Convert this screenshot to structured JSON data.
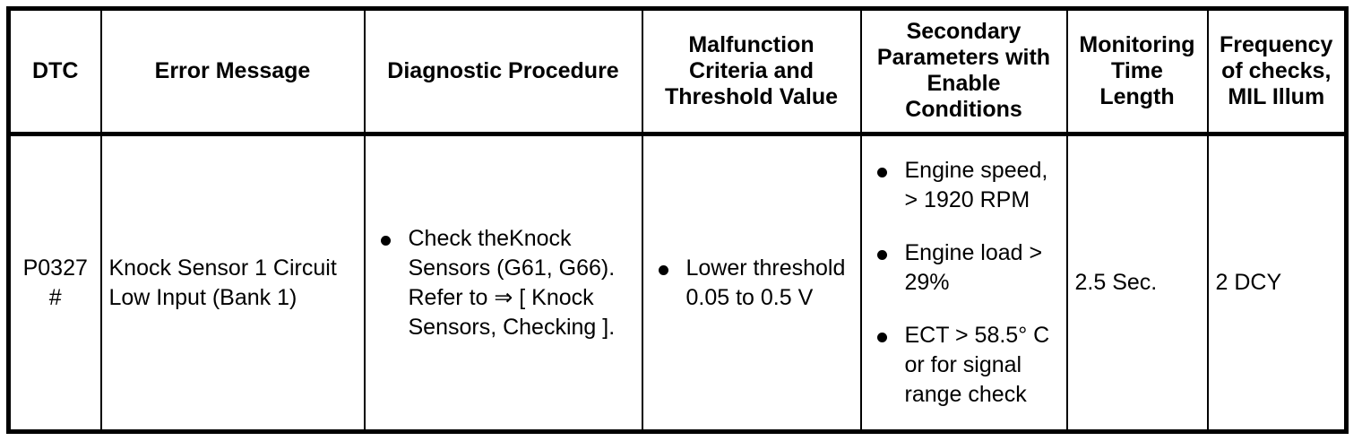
{
  "table": {
    "columns": [
      {
        "key": "dtc",
        "label": "DTC"
      },
      {
        "key": "err",
        "label": "Error Message"
      },
      {
        "key": "diag",
        "label": "Diagnostic Procedure"
      },
      {
        "key": "malf",
        "label": "Malfunction\nCriteria and\nThreshold Value"
      },
      {
        "key": "sec",
        "label": "Secondary\nParameters with\nEnable\nConditions"
      },
      {
        "key": "mon",
        "label": "Monitoring\nTime\nLength"
      },
      {
        "key": "freq",
        "label": "Frequency\nof checks,\nMIL Illum"
      }
    ],
    "rows": [
      {
        "dtc": "P0327\n#",
        "err": "Knock Sensor 1 Circuit\nLow Input (Bank 1)",
        "diag_bullets": [
          "Check theKnock Sensors (G61, G66). Refer to ⇒ [ Knock Sensors, Checking ]."
        ],
        "malf_bullets": [
          "Lower threshold 0.05 to 0.5 V"
        ],
        "sec_bullets": [
          "Engine speed, > 1920 RPM",
          "Engine load > 29%",
          "ECT > 58.5° C or for signal range check"
        ],
        "mon": "2.5 Sec.",
        "freq": "2 DCY"
      }
    ]
  },
  "style": {
    "border_color": "#000000",
    "background": "#ffffff",
    "text_color": "#000000"
  }
}
